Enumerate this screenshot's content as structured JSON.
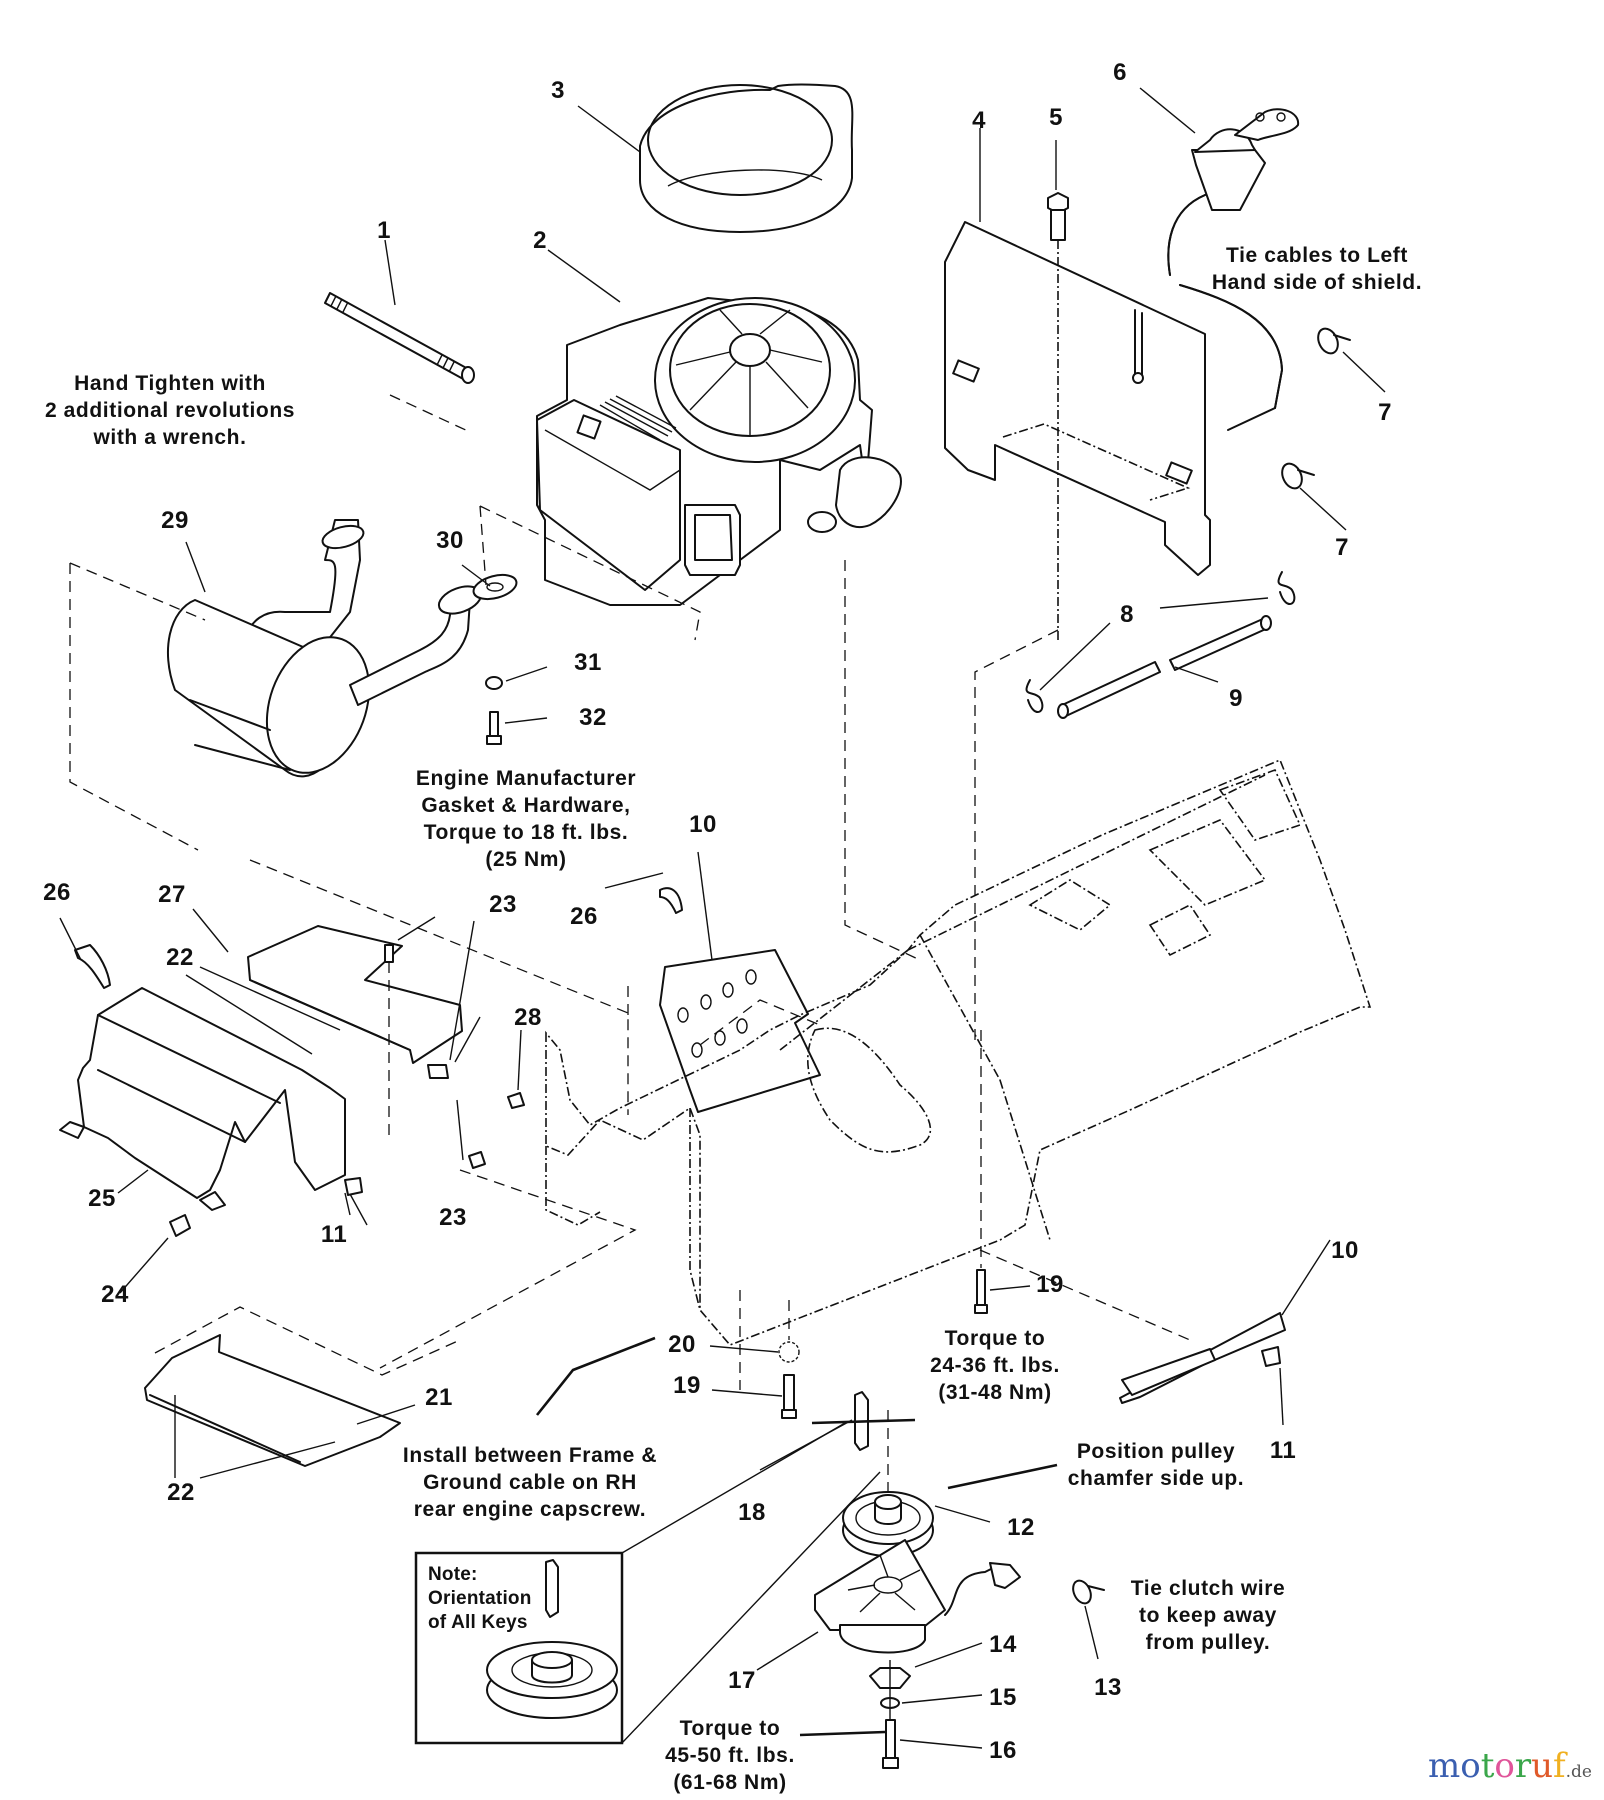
{
  "diagram": {
    "title": "Engine, Frame & Clutch exploded parts diagram",
    "callouts": [
      {
        "id": "c1",
        "text": "1"
      },
      {
        "id": "c2",
        "text": "2"
      },
      {
        "id": "c3",
        "text": "3"
      },
      {
        "id": "c4",
        "text": "4"
      },
      {
        "id": "c5",
        "text": "5"
      },
      {
        "id": "c6",
        "text": "6"
      },
      {
        "id": "c7a",
        "text": "7"
      },
      {
        "id": "c7b",
        "text": "7"
      },
      {
        "id": "c8",
        "text": "8"
      },
      {
        "id": "c9",
        "text": "9"
      },
      {
        "id": "c10a",
        "text": "10"
      },
      {
        "id": "c10b",
        "text": "10"
      },
      {
        "id": "c11a",
        "text": "11"
      },
      {
        "id": "c11b",
        "text": "11"
      },
      {
        "id": "c12",
        "text": "12"
      },
      {
        "id": "c13",
        "text": "13"
      },
      {
        "id": "c14",
        "text": "14"
      },
      {
        "id": "c15",
        "text": "15"
      },
      {
        "id": "c16",
        "text": "16"
      },
      {
        "id": "c17",
        "text": "17"
      },
      {
        "id": "c18",
        "text": "18"
      },
      {
        "id": "c19a",
        "text": "19"
      },
      {
        "id": "c19b",
        "text": "19"
      },
      {
        "id": "c20",
        "text": "20"
      },
      {
        "id": "c21",
        "text": "21"
      },
      {
        "id": "c22a",
        "text": "22"
      },
      {
        "id": "c22b",
        "text": "22"
      },
      {
        "id": "c23a",
        "text": "23"
      },
      {
        "id": "c23b",
        "text": "23"
      },
      {
        "id": "c24",
        "text": "24"
      },
      {
        "id": "c25",
        "text": "25"
      },
      {
        "id": "c26a",
        "text": "26"
      },
      {
        "id": "c26b",
        "text": "26"
      },
      {
        "id": "c27",
        "text": "27"
      },
      {
        "id": "c28",
        "text": "28"
      },
      {
        "id": "c29",
        "text": "29"
      },
      {
        "id": "c30",
        "text": "30"
      },
      {
        "id": "c31",
        "text": "31"
      },
      {
        "id": "c32",
        "text": "32"
      }
    ],
    "notes": [
      {
        "id": "n-hand-tighten",
        "lines": [
          "Hand Tighten with",
          "2 additional revolutions",
          "with a wrench."
        ]
      },
      {
        "id": "n-tie-cables",
        "lines": [
          "Tie cables to Left",
          "Hand side of shield."
        ]
      },
      {
        "id": "n-engine-mfr",
        "lines": [
          "Engine Manufacturer",
          "Gasket & Hardware,",
          "Torque to 18 ft. lbs.",
          "(25 Nm)"
        ]
      },
      {
        "id": "n-torque-24",
        "lines": [
          "Torque to",
          "24-36 ft. lbs.",
          "(31-48 Nm)"
        ]
      },
      {
        "id": "n-install-between",
        "lines": [
          "Install between Frame &",
          "Ground cable on RH",
          "rear engine capscrew."
        ]
      },
      {
        "id": "n-position-pulley",
        "lines": [
          "Position pulley",
          "chamfer side up."
        ]
      },
      {
        "id": "n-tie-clutch",
        "lines": [
          "Tie clutch wire",
          "to keep away",
          "from pulley."
        ]
      },
      {
        "id": "n-torque-45",
        "lines": [
          "Torque to",
          "45-50 ft. lbs.",
          "(61-68 Nm)"
        ]
      },
      {
        "id": "n-key-orientation",
        "lines": [
          "Note:",
          "Orientation",
          "of All Keys"
        ]
      }
    ]
  },
  "watermark": {
    "letters": [
      {
        "ch": "m",
        "color": "#3b5fb0"
      },
      {
        "ch": "o",
        "color": "#3b5fb0"
      },
      {
        "ch": "t",
        "color": "#3aa64a"
      },
      {
        "ch": "o",
        "color": "#e0559a"
      },
      {
        "ch": "r",
        "color": "#3aa64a"
      },
      {
        "ch": "u",
        "color": "#e05a2a"
      },
      {
        "ch": "f",
        "color": "#f0b020"
      }
    ],
    "tld": ".de"
  }
}
